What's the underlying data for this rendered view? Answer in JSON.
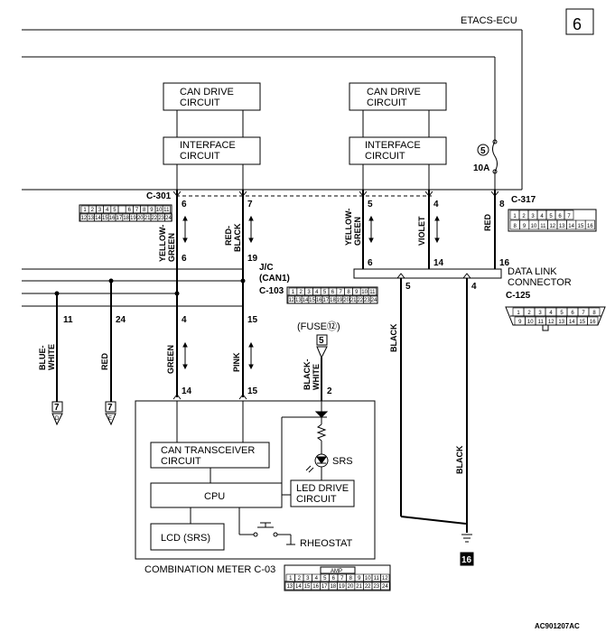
{
  "ecu": {
    "title": "ETACS-ECU",
    "page_number": "6",
    "can_drive_left": [
      "CAN DRIVE",
      "CIRCUIT"
    ],
    "can_drive_right": [
      "CAN DRIVE",
      "CIRCUIT"
    ],
    "interface_left": [
      "INTERFACE",
      "CIRCUIT"
    ],
    "interface_right": [
      "INTERFACE",
      "CIRCUIT"
    ],
    "fuse_number": "5",
    "fuse_rating": "10A",
    "connector_left": "C-301",
    "connector_right": "C-317"
  },
  "pins": {
    "ecu_6": "6",
    "ecu_7": "7",
    "ecu_5": "5",
    "ecu_4": "4",
    "ecu_8": "8",
    "jc_6": "6",
    "jc_19": "19",
    "jc_4": "4",
    "jc_15": "15",
    "jc_11": "11",
    "jc_24": "24",
    "dlc_6": "6",
    "dlc_14": "14",
    "dlc_16": "16",
    "dlc_5": "5",
    "dlc_4": "4",
    "meter_14": "14",
    "meter_15": "15",
    "meter_2": "2"
  },
  "wires": {
    "yellow_green_1": [
      "YELLOW-",
      "GREEN"
    ],
    "red_black": [
      "RED-",
      "BLACK"
    ],
    "yellow_green_2": [
      "YELLOW-",
      "GREEN"
    ],
    "violet": "VIOLET",
    "red_1": "RED",
    "blue_white": [
      "BLUE-",
      "WHITE"
    ],
    "red_2": "RED",
    "green": "GREEN",
    "pink": "PINK",
    "black_white": [
      "BLACK-",
      "WHITE"
    ],
    "black_1": "BLACK",
    "black_2": "BLACK"
  },
  "jc": {
    "label": [
      "J/C",
      "(CAN1)"
    ],
    "connector": "C-103"
  },
  "dlc": {
    "label": [
      "DATA LINK",
      "CONNECTOR"
    ],
    "connector": "C-125"
  },
  "fuse12": {
    "label": "(FUSE⑫)",
    "number": "5"
  },
  "meter": {
    "can_transceiver": [
      "CAN TRANSCEIVER",
      "CIRCUIT"
    ],
    "cpu": "CPU",
    "led_drive": [
      "LED DRIVE",
      "CIRCUIT"
    ],
    "srs": "SRS",
    "lcd": "LCD (SRS)",
    "rheostat": "RHEOSTAT",
    "label": "COMBINATION METER C-03"
  },
  "refs": {
    "ref_d_num": "7",
    "ref_d_letter": "D",
    "ref_e_num": "7",
    "ref_e_letter": "E",
    "ground": "16"
  },
  "connector_faces": {
    "c301_top": [
      "1",
      "2",
      "3",
      "4",
      "5",
      "",
      "6",
      "7",
      "8",
      "9",
      "10",
      "11"
    ],
    "c301_bottom": [
      "12",
      "13",
      "14",
      "15",
      "16",
      "17",
      "18",
      "19",
      "20",
      "21",
      "22",
      "23",
      "24"
    ],
    "c317_top": [
      "1",
      "2",
      "3",
      "4",
      "5",
      "6",
      "7"
    ],
    "c317_bottom": [
      "8",
      "9",
      "10",
      "11",
      "12",
      "13",
      "14",
      "15",
      "16"
    ],
    "c103_top": [
      "1",
      "2",
      "3",
      "4",
      "5",
      "6",
      "7",
      "8",
      "9",
      "10",
      "11"
    ],
    "c103_bottom": [
      "12",
      "13",
      "14",
      "15",
      "16",
      "17",
      "18",
      "19",
      "20",
      "21",
      "22",
      "23",
      "24"
    ],
    "c125_top": [
      "1",
      "2",
      "3",
      "4",
      "5",
      "6",
      "7",
      "8"
    ],
    "c125_bottom": [
      "9",
      "10",
      "11",
      "12",
      "13",
      "14",
      "15",
      "16"
    ],
    "c03_tag": "AMP",
    "c03_top": [
      "1",
      "2",
      "3",
      "4",
      "5",
      "6",
      "7",
      "8",
      "9",
      "10",
      "11",
      "12"
    ],
    "c03_bottom": [
      "13",
      "14",
      "15",
      "16",
      "17",
      "18",
      "19",
      "20",
      "21",
      "22",
      "23",
      "24"
    ]
  },
  "figure_code": "AC901207AC"
}
